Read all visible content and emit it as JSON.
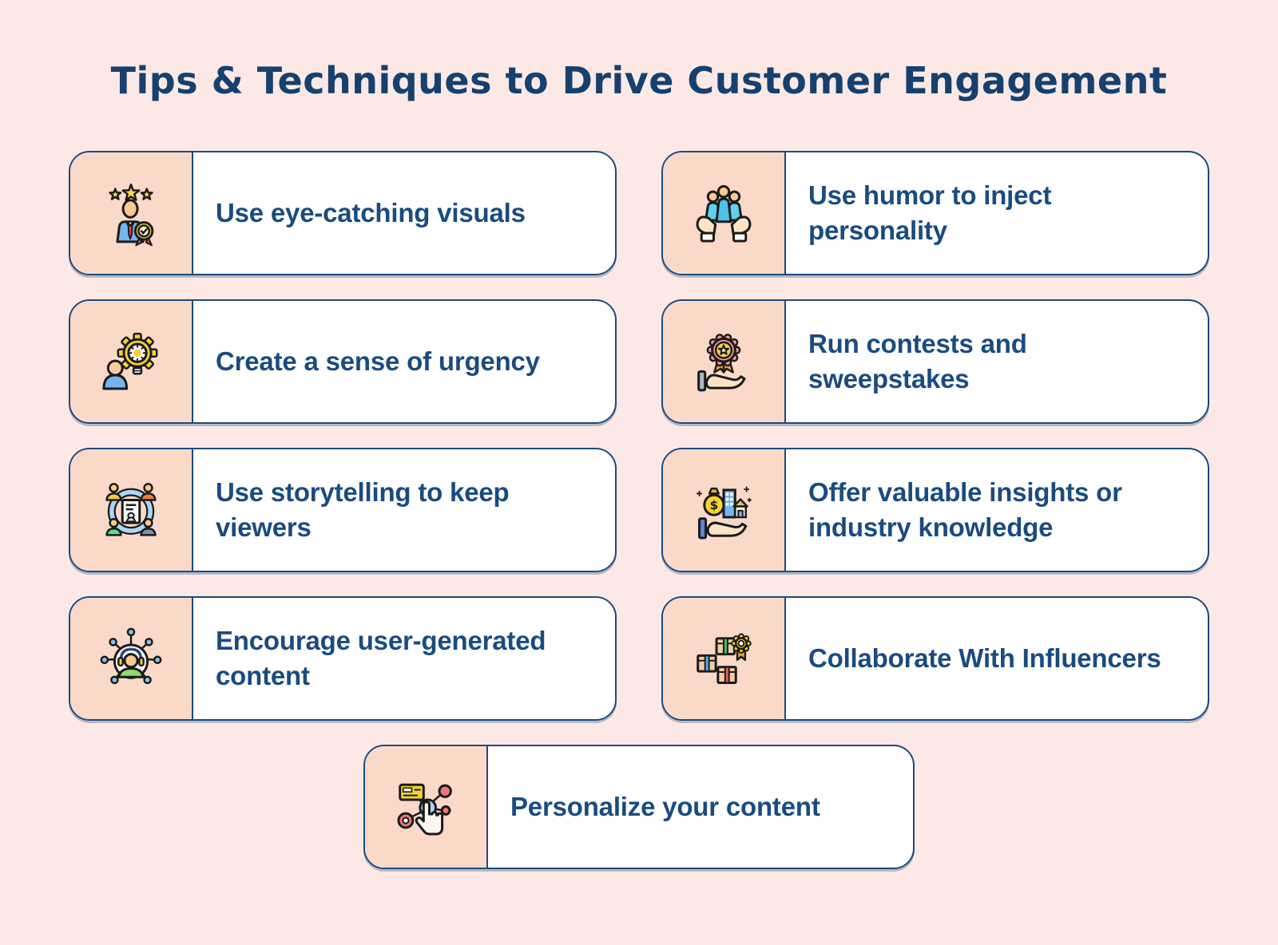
{
  "page": {
    "title": "Tips & Techniques to Drive Customer Engagement"
  },
  "colors": {
    "background": "#FCE9E6",
    "card_background": "#FFFFFF",
    "icon_panel_peach": "#FBD9C9",
    "border_navy": "#1C4A7E",
    "title_navy": "#16406F",
    "label_navy": "#1A4B80"
  },
  "cards": [
    {
      "label": "Use eye-catching visuals",
      "icon": "person-stars-badge-icon"
    },
    {
      "label": "Use humor to inject personality",
      "icon": "people-in-hands-icon"
    },
    {
      "label": "Create a sense of urgency",
      "icon": "person-gear-lightbulb-icon"
    },
    {
      "label": "Run contests and sweepstakes",
      "icon": "hand-award-ribbon-icon"
    },
    {
      "label": "Use storytelling to keep viewers",
      "icon": "people-circle-document-icon"
    },
    {
      "label": "Offer valuable insights or industry knowledge",
      "icon": "hand-money-buildings-icon"
    },
    {
      "label": "Encourage user-generated content",
      "icon": "person-network-icon"
    },
    {
      "label": "Collaborate With Influencers",
      "icon": "boxes-award-icon"
    },
    {
      "label": "Personalize your content",
      "icon": "click-personalization-icon"
    }
  ]
}
